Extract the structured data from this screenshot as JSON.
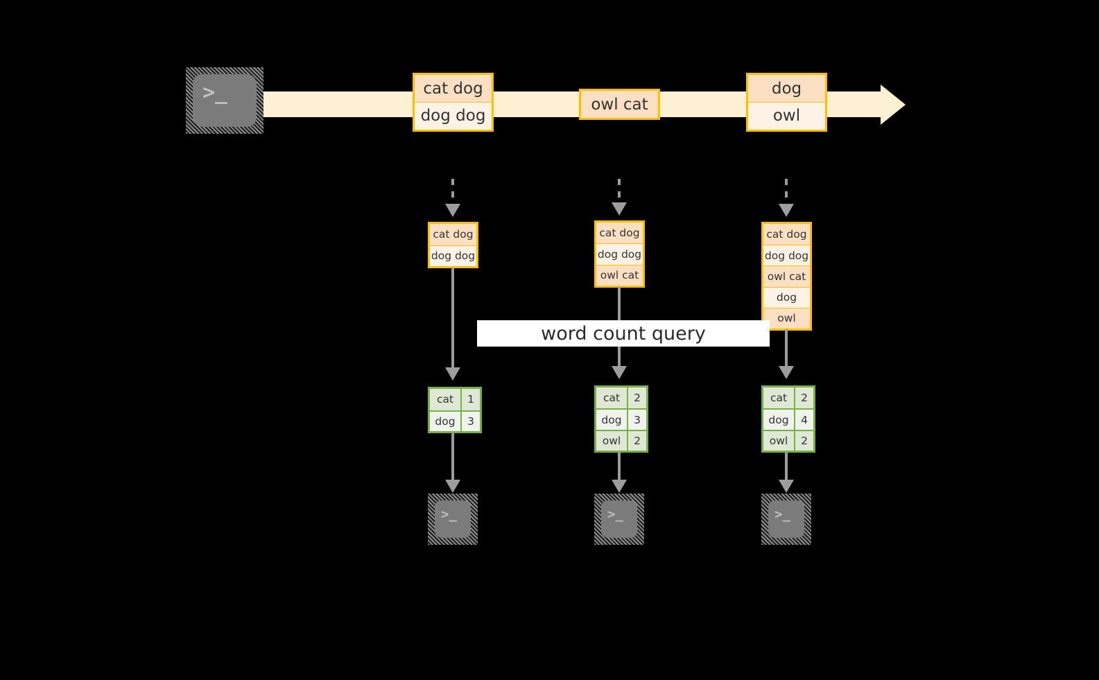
{
  "diagram": {
    "title": "word count query streaming diagram",
    "colors": {
      "background": "#000000",
      "stream_arrow": "#fdf0d3",
      "orange_border": "#ffbf00",
      "orange_fill_dark": "#fbdfc2",
      "orange_fill_light": "#fdf2e6",
      "green_border": "#77b043",
      "green_fill_dark": "#dfe8d4",
      "green_fill_light": "#eff3eb",
      "arrow_gray": "#9d9d9d",
      "band_fill": "#ffffff",
      "terminal_fill": "#7b7b7b"
    },
    "source": {
      "icon": "terminal-icon",
      "glyph": ">_"
    },
    "stream_events": [
      {
        "group": 1,
        "lines": [
          {
            "text": "cat dog",
            "shade": "dark"
          },
          {
            "text": "dog dog",
            "shade": "light"
          }
        ]
      },
      {
        "group": 2,
        "lines": [
          {
            "text": "owl cat",
            "shade": "dark"
          }
        ]
      },
      {
        "group": 3,
        "lines": [
          {
            "text": "dog",
            "shade": "dark"
          },
          {
            "text": "owl",
            "shade": "light"
          }
        ]
      }
    ],
    "snapshots": [
      {
        "id": 1,
        "lines": [
          {
            "text": "cat dog",
            "shade": "dark"
          },
          {
            "text": "dog dog",
            "shade": "light"
          }
        ]
      },
      {
        "id": 2,
        "lines": [
          {
            "text": "cat dog",
            "shade": "dark"
          },
          {
            "text": "dog dog",
            "shade": "light"
          },
          {
            "text": "owl cat",
            "shade": "dark"
          }
        ]
      },
      {
        "id": 3,
        "lines": [
          {
            "text": "cat dog",
            "shade": "dark"
          },
          {
            "text": "dog dog",
            "shade": "light"
          },
          {
            "text": "owl cat",
            "shade": "dark"
          },
          {
            "text": "dog",
            "shade": "light"
          },
          {
            "text": "owl",
            "shade": "dark"
          }
        ]
      }
    ],
    "query_label": "word count query",
    "results": [
      {
        "id": 1,
        "rows": [
          {
            "word": "cat",
            "count": "1",
            "shade": "dark"
          },
          {
            "word": "dog",
            "count": "3",
            "shade": "light"
          }
        ]
      },
      {
        "id": 2,
        "rows": [
          {
            "word": "cat",
            "count": "2",
            "shade": "dark"
          },
          {
            "word": "dog",
            "count": "3",
            "shade": "light"
          },
          {
            "word": "owl",
            "count": "2",
            "shade": "dark"
          }
        ]
      },
      {
        "id": 3,
        "rows": [
          {
            "word": "cat",
            "count": "2",
            "shade": "dark"
          },
          {
            "word": "dog",
            "count": "4",
            "shade": "light"
          },
          {
            "word": "owl",
            "count": "2",
            "shade": "dark"
          }
        ]
      }
    ],
    "sinks": [
      {
        "id": 1,
        "icon": "terminal-icon",
        "glyph": ">_"
      },
      {
        "id": 2,
        "icon": "terminal-icon",
        "glyph": ">_"
      },
      {
        "id": 3,
        "icon": "terminal-icon",
        "glyph": ">_"
      }
    ]
  }
}
